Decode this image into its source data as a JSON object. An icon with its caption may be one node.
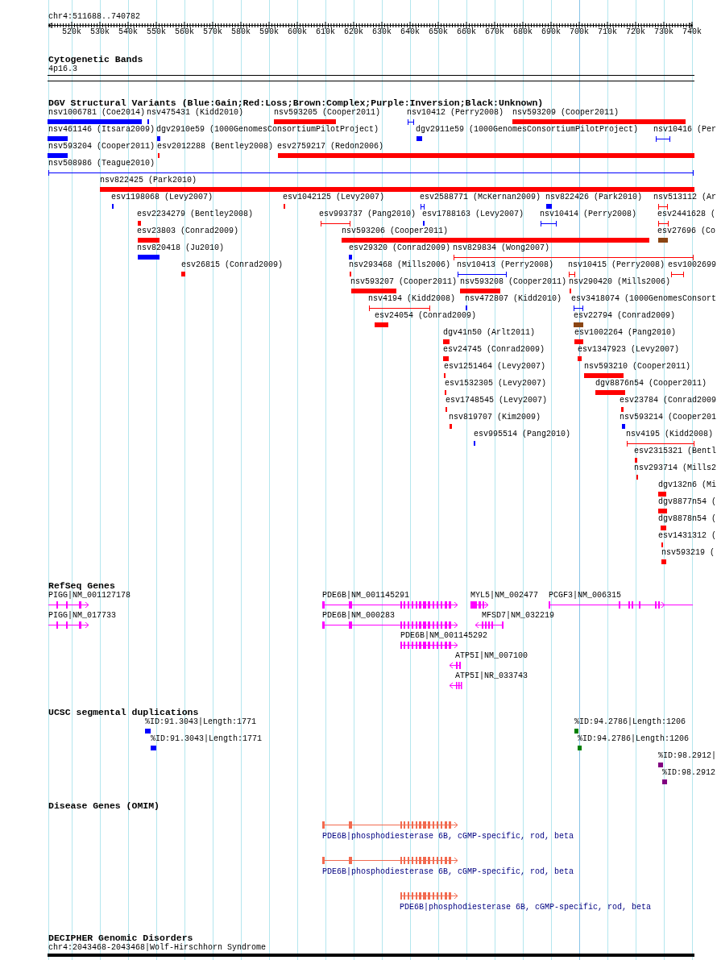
{
  "diagram": {
    "labels": [
      "chr4:511688..740782",
      "520k",
      "530k",
      "540k",
      "550k",
      "560k",
      "570k",
      "580k",
      "590k",
      "600k",
      "610k",
      "620k",
      "630k",
      "640k",
      "650k",
      "660k",
      "670k",
      "680k",
      "690k",
      "700k",
      "710k",
      "720k",
      "730k",
      "740k",
      "Cytogenetic Bands",
      "4p16.3",
      "DGV Structural Variants (Blue:Gain;Red:Loss;Brown:Complex;Purple:Inversion;Black:Unknown)",
      "nsv1006781 (Coe2014)",
      "nsv475431 (Kidd2010)",
      "nsv593205 (Cooper2011)",
      "nsv10412 (Perry2008)",
      "nsv593209 (Cooper2011)",
      "nsv461146 (Itsara2009)",
      "dgv2910e59 (1000GenomesConsortiumPilotProject)",
      "dgv2911e59 (1000GenomesConsortiumPilotProject)",
      "nsv10416 (Per",
      "nsv593204 (Cooper2011)",
      "esv2012288 (Bentley2008)",
      "esv2759217 (Redon2006)",
      "nsv508986 (Teague2010)",
      "nsv822425 (Park2010)",
      "esv1198068 (Levy2007)",
      "esv1042125 (Levy2007)",
      "esv2588771 (McKernan2009)",
      "nsv822426 (Park2010)",
      "nsv513112 (Ar",
      "esv2234279 (Bentley2008)",
      "esv993737 (Pang2010)",
      "esv1788163 (Levy2007)",
      "nsv10414 (Perry2008)",
      "esv2441628 (",
      "esv23803 (Conrad2009)",
      "nsv593206 (Cooper2011)",
      "esv27696 (Co",
      "nsv820418 (Ju2010)",
      "esv29320 (Conrad2009)",
      "nsv829834 (Wong2007)",
      "esv26815 (Conrad2009)",
      "nsv293468 (Mills2006)",
      "nsv10413 (Perry2008)",
      "nsv10415 (Perry2008)",
      "esv1002699",
      "nsv593207 (Cooper2011)",
      "nsv593208 (Cooper2011)",
      "nsv290420 (Mills2006)",
      "nsv4194 (Kidd2008)",
      "nsv472807 (Kidd2010)",
      "esv3418074 (1000GenomesConsort",
      "esv24054 (Conrad2009)",
      "esv22794 (Conrad2009)",
      "dgv41n50 (Arlt2011)",
      "esv1002264 (Pang2010)",
      "esv24745 (Conrad2009)",
      "esv1347923 (Levy2007)",
      "esv1251464 (Levy2007)",
      "nsv593210 (Cooper2011)",
      "esv1532305 (Levy2007)",
      "dgv8876n54 (Cooper2011)",
      "esv1748545 (Levy2007)",
      "esv23784 (Conrad2009",
      "nsv819707 (Kim2009)",
      "nsv593214 (Cooper201",
      "esv995514 (Pang2010)",
      "nsv4195 (Kidd2008)",
      "esv2315321 (Bentl",
      "nsv293714 (Mills2",
      "dgv132n6 (Mi",
      "dgv8877n54 (",
      "dgv8878n54 (",
      "esv1431312 (",
      "nsv593219 (",
      "RefSeq Genes",
      "PIGG|NM_001127178",
      "PDE6B|NM_001145291",
      "MYL5|NM_002477",
      "PCGF3|NM_006315",
      "PIGG|NM_017733",
      "PDE6B|NM_000283",
      "MFSD7|NM_032219",
      "PDE6B|NM_001145292",
      "ATP5I|NM_007100",
      "ATP5I|NR_033743",
      "UCSC segmental duplications",
      "%ID:91.3043|Length:1771",
      "%ID:94.2786|Length:1206",
      "%ID:91.3043|Length:1771",
      "%ID:94.2786|Length:1206",
      "%ID:98.2912|",
      "%ID:98.2912",
      "Disease Genes (OMIM)",
      "PDE6B|phosphodiesterase 6B, cGMP-specific, rod, beta",
      "PDE6B|phosphodiesterase 6B, cGMP-specific, rod, beta",
      "PDE6B|phosphodiesterase 6B, cGMP-specific, rod, beta",
      "DECIPHER Genomic Disorders",
      "chr4:2043468-2043468|Wolf-Hirschhorn Syndrome"
    ]
  }
}
